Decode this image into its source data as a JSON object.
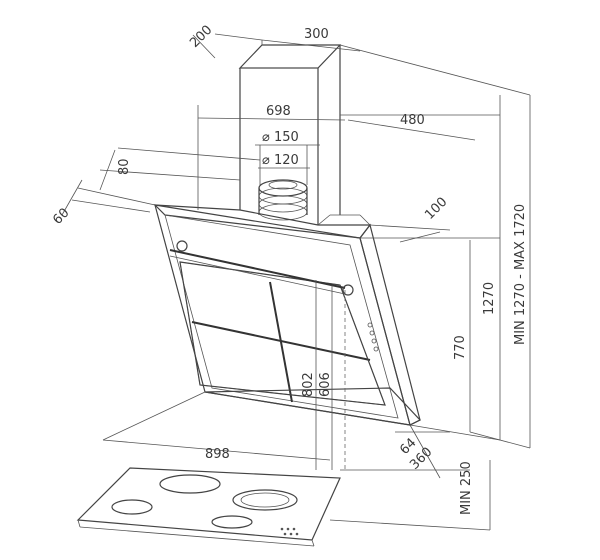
{
  "dimensions": {
    "chimney_depth": "200",
    "chimney_width": "300",
    "hood_depth_top": "698",
    "top_overhang": "480",
    "outlet_150": "⌀ 150",
    "outlet_120": "⌀ 120",
    "offset_80": "80",
    "offset_60": "60",
    "offset_100": "100",
    "total_height": "MIN 1270 - MAX 1720",
    "height_1270": "1270",
    "height_770": "770",
    "panel_802": "802",
    "panel_606": "606",
    "width_898": "898",
    "depth_64": "64",
    "depth_360": "360",
    "min_clearance": "MIN 250"
  }
}
